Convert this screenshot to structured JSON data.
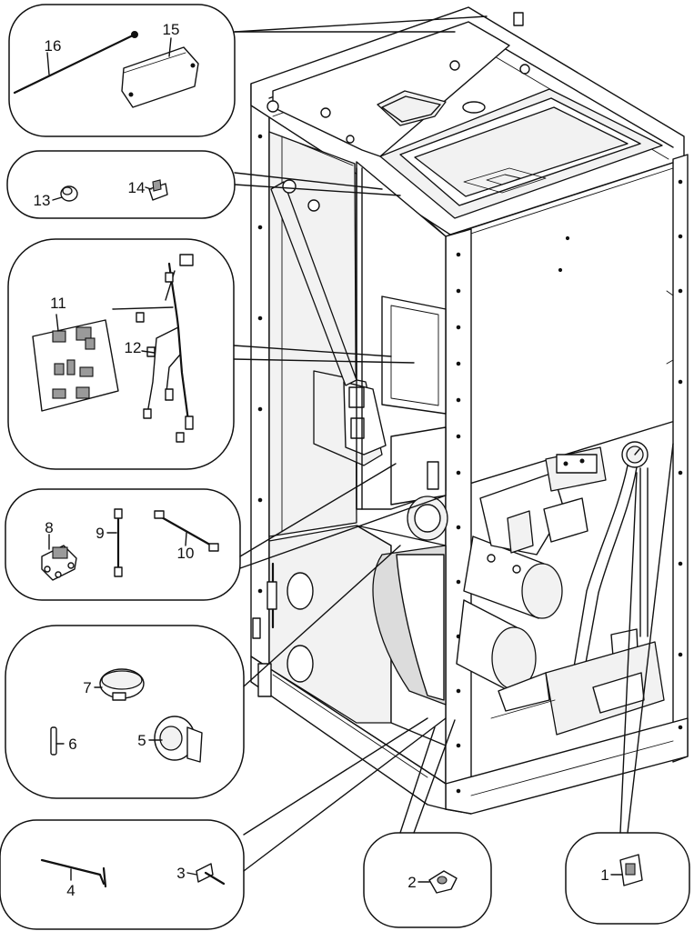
{
  "diagram": {
    "callouts": [
      {
        "label": "1"
      },
      {
        "label": "2"
      },
      {
        "label": "3"
      },
      {
        "label": "4"
      },
      {
        "label": "5"
      },
      {
        "label": "6"
      },
      {
        "label": "7"
      },
      {
        "label": "8"
      },
      {
        "label": "9"
      },
      {
        "label": "10"
      },
      {
        "label": "11"
      },
      {
        "label": "12"
      },
      {
        "label": "13"
      },
      {
        "label": "14"
      },
      {
        "label": "15"
      },
      {
        "label": "16"
      }
    ]
  },
  "colors": {
    "line": "#111111",
    "background": "#ffffff",
    "shade": "#dcdcdc"
  }
}
